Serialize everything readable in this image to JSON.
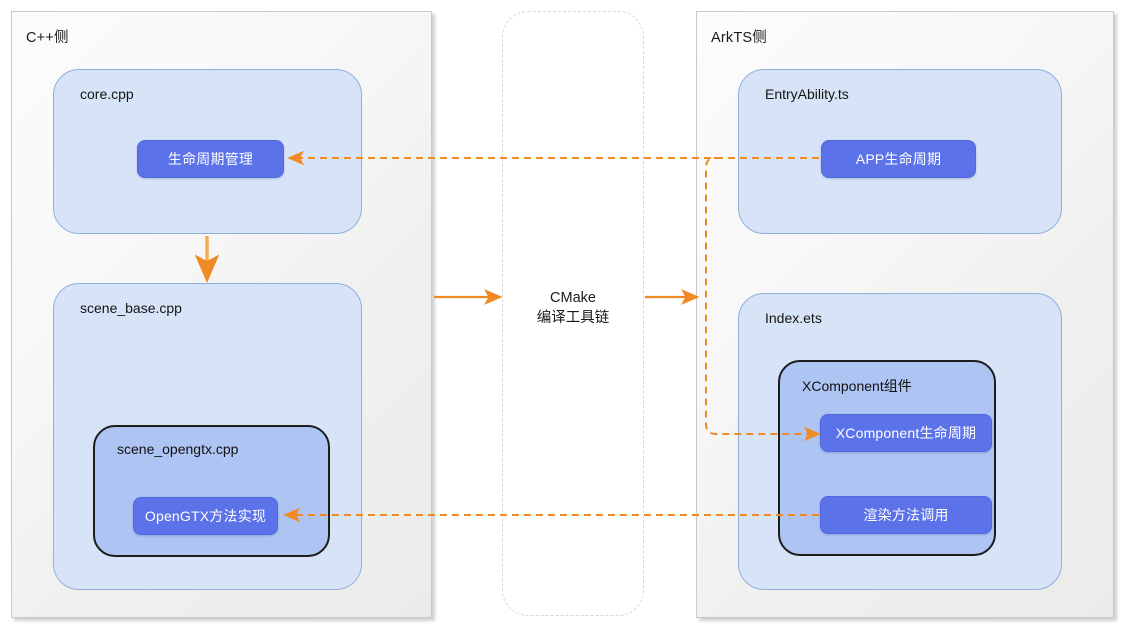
{
  "diagram": {
    "accent_orange": "#F08A24",
    "chip_blue": "#5B72E8",
    "filebox_blue": "#D7E4F7",
    "component_blue": "#AEC4F2",
    "panel_gray": "#F2F2F1"
  },
  "left_panel": {
    "title": "C++侧",
    "core": {
      "title": "core.cpp",
      "chip": "生命周期管理"
    },
    "scene_base": {
      "title": "scene_base.cpp",
      "scene_opengtx": {
        "title": "scene_opengtx.cpp",
        "chip": "OpenGTX方法实现"
      }
    }
  },
  "middle": {
    "label_line1": "CMake",
    "label_line2": "编译工具链"
  },
  "right_panel": {
    "title": "ArkTS侧",
    "entry_ability": {
      "title": "EntryAbility.ts",
      "chip": "APP生命周期"
    },
    "index_ets": {
      "title": "Index.ets",
      "xcomponent": {
        "title": "XComponent组件",
        "chip_lifecycle": "XComponent生命周期",
        "chip_render": "渲染方法调用"
      }
    }
  }
}
